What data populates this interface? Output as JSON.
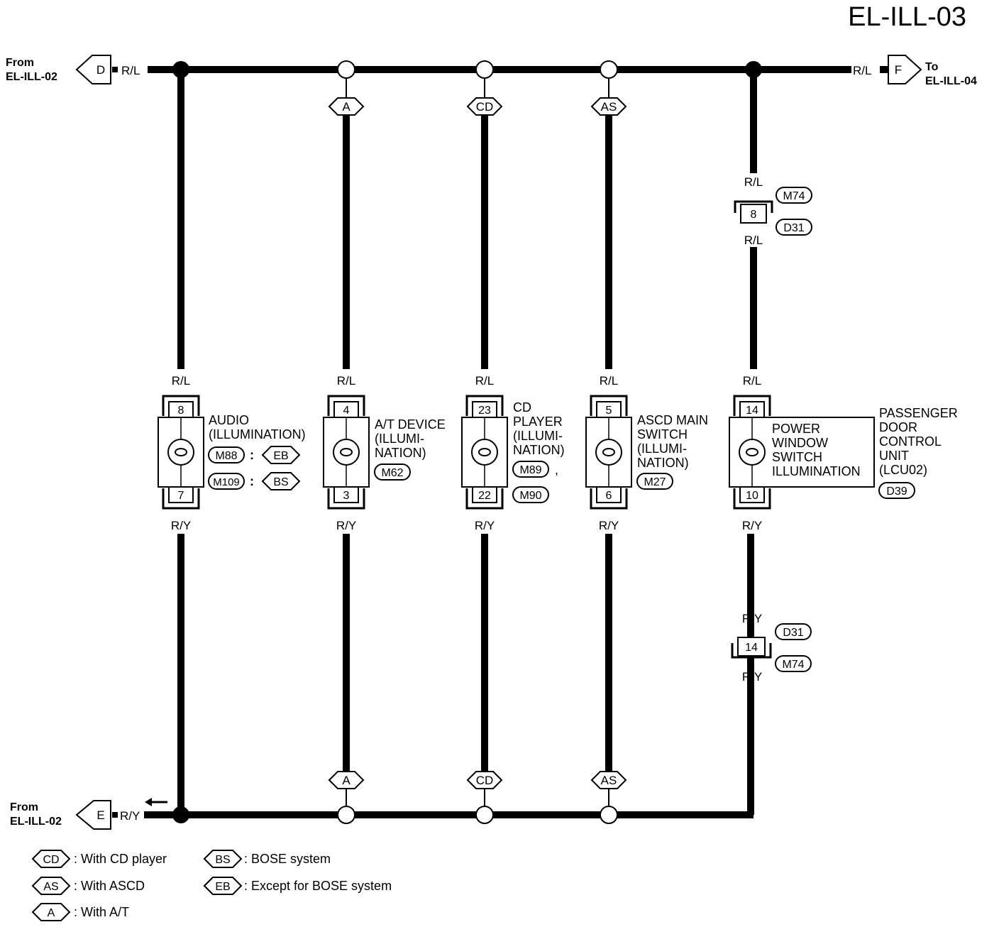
{
  "page_title": "EL-ILL-03",
  "from_top": {
    "line1": "From",
    "line2": "EL-ILL-02",
    "connector": "D",
    "wire": "R/L"
  },
  "to_top": {
    "line1": "To",
    "line2": "EL-ILL-04",
    "connector": "F",
    "wire": "R/L"
  },
  "from_bottom": {
    "line1": "From",
    "line2": "EL-ILL-02",
    "connector": "E",
    "wire": "R/Y"
  },
  "option_tags": {
    "a": "A",
    "cd": "CD",
    "as": "AS"
  },
  "wire_colors": {
    "top": "R/L",
    "bottom": "R/Y"
  },
  "audio": {
    "name_lines": [
      "AUDIO",
      "(ILLUMINATION)"
    ],
    "pin_top": "8",
    "pin_bottom": "7",
    "conn1": "M88",
    "conn1_sep": ":",
    "conn1_tag": "EB",
    "conn2": "M109",
    "conn2_sep": ":",
    "conn2_tag": "BS"
  },
  "at_device": {
    "name_lines": [
      "A/T DEVICE",
      "(ILLUMI-",
      "NATION)"
    ],
    "pin_top": "4",
    "pin_bottom": "3",
    "conn": "M62"
  },
  "cd_player": {
    "name_lines": [
      "CD",
      "PLAYER",
      "(ILLUMI-",
      "NATION)"
    ],
    "pin_top": "23",
    "pin_bottom": "22",
    "conn1": "M89",
    "sep": ",",
    "conn2": "M90"
  },
  "ascd": {
    "name_lines": [
      "ASCD MAIN",
      "SWITCH",
      "(ILLUMI-",
      "NATION)"
    ],
    "pin_top": "5",
    "pin_bottom": "6",
    "conn": "M27"
  },
  "power_window": {
    "name_lines": [
      "POWER",
      "WINDOW",
      "SWITCH",
      "ILLUMINATION"
    ],
    "pin_top": "14",
    "pin_bottom": "10",
    "unit_lines": [
      "PASSENGER",
      "DOOR",
      "CONTROL",
      "UNIT",
      "(LCU02)"
    ],
    "conn": "D39"
  },
  "joint_upper": {
    "pin": "8",
    "wire_above": "R/L",
    "wire_below": "R/L",
    "conn_top": "M74",
    "conn_bottom": "D31"
  },
  "joint_lower": {
    "pin": "14",
    "wire_above": "R/Y",
    "wire_below": "R/Y",
    "conn_top": "D31",
    "conn_bottom": "M74"
  },
  "legend": [
    {
      "tag": "CD",
      "text": ": With CD player"
    },
    {
      "tag": "AS",
      "text": ": With ASCD"
    },
    {
      "tag": "A",
      "text": ": With A/T"
    },
    {
      "tag": "BS",
      "text": ": BOSE system"
    },
    {
      "tag": "EB",
      "text": ": Except for BOSE system"
    }
  ]
}
